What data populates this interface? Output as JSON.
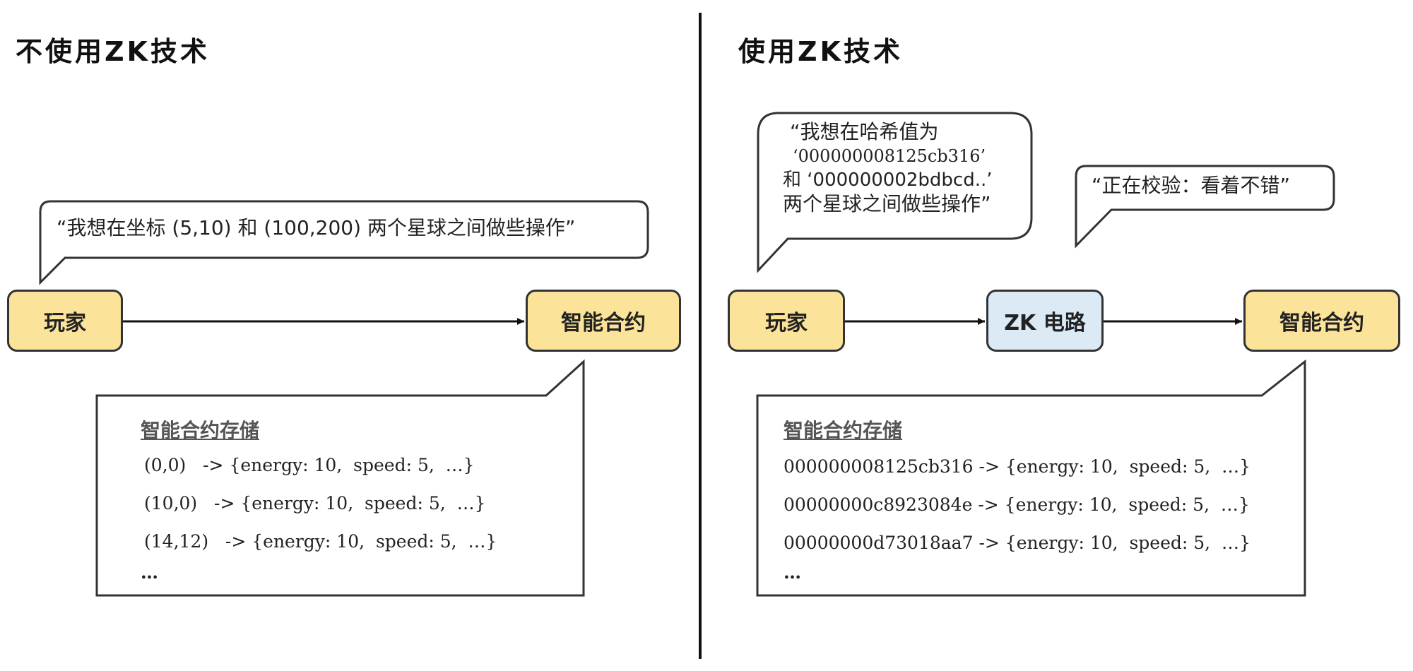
{
  "left": {
    "title": "不使用ZK技术",
    "player_label": "玩家",
    "contract_label": "智能合约",
    "speech": "“我想在坐标 (5,10) 和 (100,200) 两个星球之间做些操作”",
    "storage": {
      "title": "智能合约存储",
      "rows": [
        "(0,0)   -> {energy: 10,  speed: 5,  …}",
        "(10,0)   -> {energy: 10,  speed: 5,  …}",
        "(14,12)   -> {energy: 10,  speed: 5,  …}"
      ],
      "ellipsis": "…"
    }
  },
  "right": {
    "title": "使用ZK技术",
    "player_label": "玩家",
    "circuit_label": "ZK 电路",
    "contract_label": "智能合约",
    "speech_lines": [
      "“我想在哈希值为",
      "‘000000008125cb316’",
      "和 ‘000000002bdbcd..’",
      "两个星球之间做些操作”"
    ],
    "verify_speech": "“正在校验：看着不错”",
    "storage": {
      "title": "智能合约存储",
      "rows": [
        "000000008125cb316 -> {energy: 10,  speed: 5,  …}",
        "00000000c8923084e -> {energy: 10,  speed: 5,  …}",
        "00000000d73018aa7 -> {energy: 10,  speed: 5,  …}"
      ],
      "ellipsis": "…"
    }
  },
  "colors": {
    "box_yellow": "#fbe49a",
    "box_blue": "#dceaf6",
    "stroke": "#333333"
  }
}
